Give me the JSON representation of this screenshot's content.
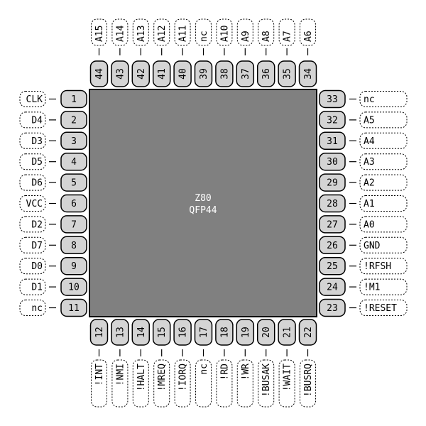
{
  "chip": {
    "name": "Z80",
    "package": "QFP44"
  },
  "pins": {
    "left": [
      {
        "num": "1",
        "label": "CLK"
      },
      {
        "num": "2",
        "label": "D4"
      },
      {
        "num": "3",
        "label": "D3"
      },
      {
        "num": "4",
        "label": "D5"
      },
      {
        "num": "5",
        "label": "D6"
      },
      {
        "num": "6",
        "label": "VCC"
      },
      {
        "num": "7",
        "label": "D2"
      },
      {
        "num": "8",
        "label": "D7"
      },
      {
        "num": "9",
        "label": "D0"
      },
      {
        "num": "10",
        "label": "D1"
      },
      {
        "num": "11",
        "label": "nc"
      }
    ],
    "bottom": [
      {
        "num": "12",
        "label": "!INT"
      },
      {
        "num": "13",
        "label": "!NMI"
      },
      {
        "num": "14",
        "label": "!HALT"
      },
      {
        "num": "15",
        "label": "!MREQ"
      },
      {
        "num": "16",
        "label": "!IORQ"
      },
      {
        "num": "17",
        "label": "nc"
      },
      {
        "num": "18",
        "label": "!RD"
      },
      {
        "num": "19",
        "label": "!WR"
      },
      {
        "num": "20",
        "label": "!BUSAK"
      },
      {
        "num": "21",
        "label": "!WAIT"
      },
      {
        "num": "22",
        "label": "!BUSRQ"
      }
    ],
    "right": [
      {
        "num": "33",
        "label": "nc"
      },
      {
        "num": "32",
        "label": "A5"
      },
      {
        "num": "31",
        "label": "A4"
      },
      {
        "num": "30",
        "label": "A3"
      },
      {
        "num": "29",
        "label": "A2"
      },
      {
        "num": "28",
        "label": "A1"
      },
      {
        "num": "27",
        "label": "A0"
      },
      {
        "num": "26",
        "label": "GND"
      },
      {
        "num": "25",
        "label": "!RFSH"
      },
      {
        "num": "24",
        "label": "!M1"
      },
      {
        "num": "23",
        "label": "!RESET"
      }
    ],
    "top": [
      {
        "num": "44",
        "label": "A15"
      },
      {
        "num": "43",
        "label": "A14"
      },
      {
        "num": "42",
        "label": "A13"
      },
      {
        "num": "41",
        "label": "A12"
      },
      {
        "num": "40",
        "label": "A11"
      },
      {
        "num": "39",
        "label": "nc"
      },
      {
        "num": "38",
        "label": "A10"
      },
      {
        "num": "37",
        "label": "A9"
      },
      {
        "num": "36",
        "label": "A8"
      },
      {
        "num": "35",
        "label": "A7"
      },
      {
        "num": "34",
        "label": "A6"
      }
    ]
  }
}
